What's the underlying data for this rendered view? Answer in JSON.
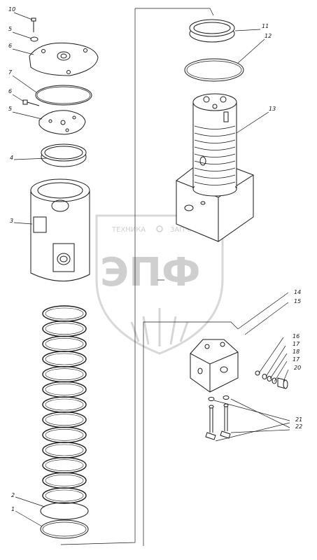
{
  "watermark": {
    "top_text_left": "ТЕХНИКА",
    "top_text_right": "ЗАПЧАСТИ",
    "main_text": "ЭПФ"
  },
  "callouts": {
    "n1": "1",
    "n2": "2",
    "n3": "3",
    "n4": "4",
    "n5a": "5",
    "n5b": "5",
    "n6a": "6",
    "n6b": "6",
    "n7": "7",
    "n10": "10",
    "n11": "11",
    "n12": "12",
    "n13": "13",
    "n14": "14",
    "n15": "15",
    "n16": "16",
    "n17a": "17",
    "n17b": "17",
    "n18": "18",
    "n20": "20",
    "n21": "21",
    "n22": "22"
  },
  "colors": {
    "ink": "#1a1a1a",
    "watermark": "#cfcfcf",
    "background": "#ffffff"
  }
}
